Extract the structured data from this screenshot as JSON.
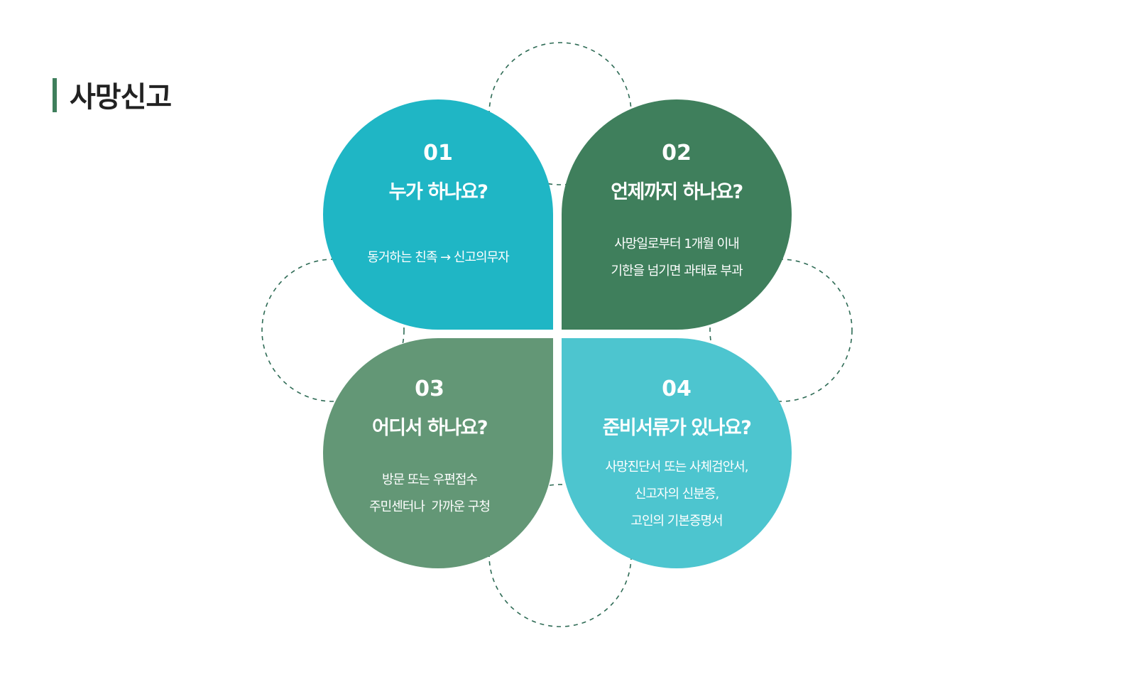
{
  "title": "사망신고",
  "colors": {
    "accent": "#3f7f5c",
    "petal1": "#1fb6c5",
    "petal2": "#3f7f5c",
    "petal3": "#639776",
    "petal4": "#4dc5cf",
    "ring": "#2e6b55"
  },
  "petals": [
    {
      "number": "01",
      "question": "누가 하나요?",
      "lines": [
        "동거하는 친족 → 신고의무자"
      ]
    },
    {
      "number": "02",
      "question": "언제까지 하나요?",
      "lines": [
        "사망일로부터 1개월 이내",
        "기한을 넘기면 과태료 부과"
      ]
    },
    {
      "number": "03",
      "question": "어디서 하나요?",
      "lines": [
        "방문 또는 우편접수",
        "주민센터나  가까운 구청"
      ]
    },
    {
      "number": "04",
      "question": "준비서류가 있나요?",
      "lines": [
        "사망진단서 또는 사체검안서,",
        "신고자의 신분증,",
        "고인의 기본증명서"
      ]
    }
  ]
}
